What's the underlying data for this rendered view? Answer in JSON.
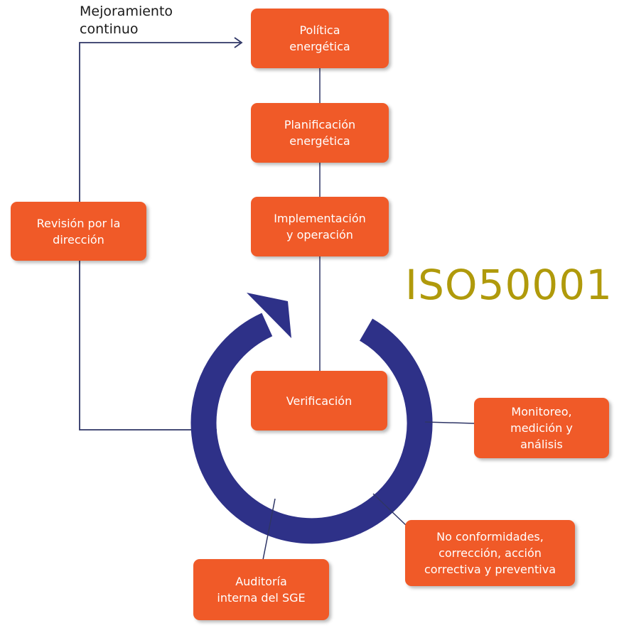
{
  "colors": {
    "box": "#f05a28",
    "box_text": "#ffffff",
    "cycle_arrow": "#2e3188",
    "connector": "#2e3566",
    "title": "#b09a0b"
  },
  "diagram": {
    "loop_label": "Mejoramiento\ncontinuo",
    "title": "ISO50001",
    "steps": {
      "politica": "Política\nenergética",
      "planificacion": "Planificación\nenergética",
      "implementacion": "Implementación\ny operación",
      "verificacion": "Verificación",
      "revision": "Revisión por la\ndirección"
    },
    "verification_items": {
      "monitoreo": "Monitoreo,\nmedición y\nanálisis",
      "no_conformidades": "No conformidades,\ncorrección, acción\ncorrectiva y preventiva",
      "auditoria": "Auditoría\ninterna del SGE"
    },
    "icons": {
      "cycle": "circular-arrow-icon",
      "loop_arrow": "arrow-right-icon"
    }
  }
}
